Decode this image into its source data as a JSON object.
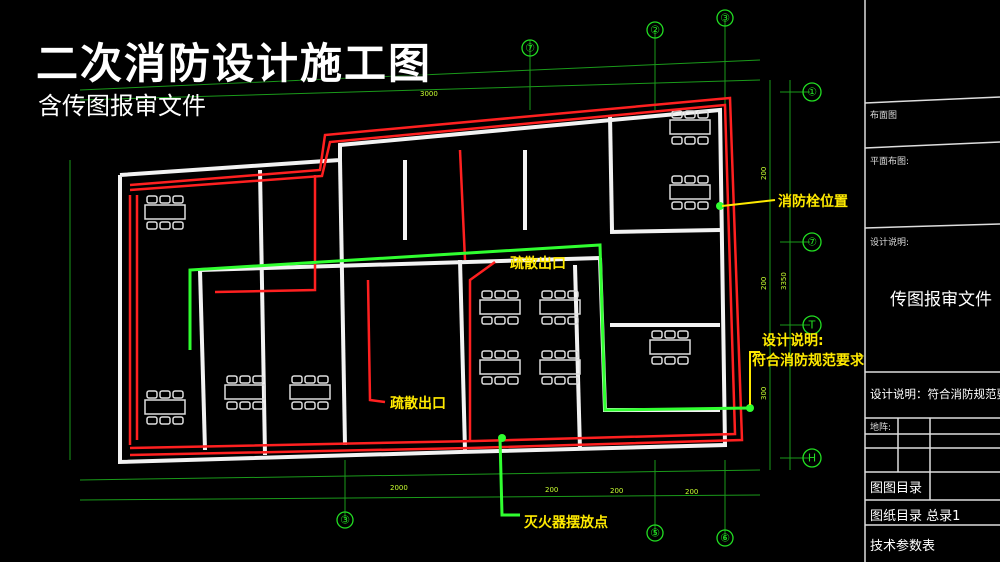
{
  "header": {
    "title": "二次消防设计施工图",
    "subtitle": "含传图报审文件"
  },
  "annotations": {
    "hydrant": "消防栓位置",
    "design_note_label": "设计说明:",
    "design_note_text": "符合消防规范要求",
    "exit_top": "疏散出口",
    "exit_bottom": "疏散出口",
    "extinguisher": "灭火器摆放点"
  },
  "dimensions": {
    "top": "3000",
    "right_1": "200",
    "right_2": "200",
    "right_3": "3350",
    "right_4": "300",
    "bottom_1": "2000",
    "bottom_2": "200",
    "bottom_3": "200",
    "bottom_4": "200"
  },
  "axis_labels": {
    "top": [
      "⑦",
      "②",
      "③"
    ],
    "right": [
      "①",
      "⑦",
      "T",
      "H"
    ],
    "bottom": [
      "③",
      "⑤",
      "⑥"
    ]
  },
  "title_block": {
    "row1": "布面图",
    "row2": "平面布图:",
    "row3": "设计说明:",
    "main": "传图报审文件",
    "note": "设计说明：符合消防规范要求",
    "grid_label": "地阵:",
    "catalog": "图图目录",
    "catalog2": "图纸目录  总录1",
    "params": "技术参数表"
  },
  "colors": {
    "fire_pipe": "#ff2020",
    "evac_route": "#30ff30",
    "annotation": "#ffea00",
    "walls": "#ffffff",
    "axis": "#22dd22"
  }
}
